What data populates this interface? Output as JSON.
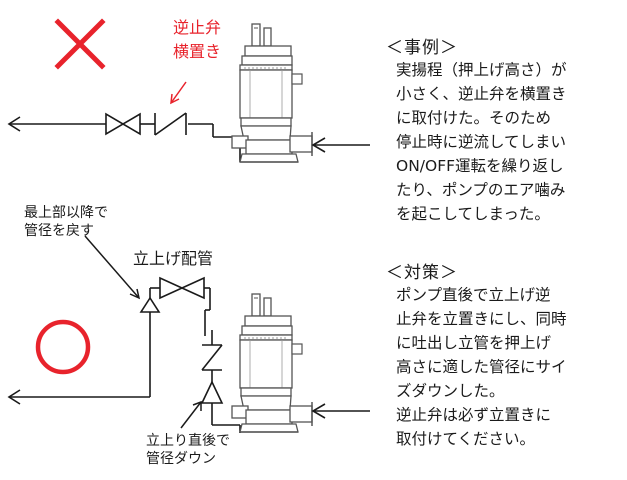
{
  "colors": {
    "accent": "#e8232c",
    "ink": "#1a1a1a",
    "pump_stroke": "#555555"
  },
  "wrong_example": {
    "mark": "cross",
    "valve_label_lines": [
      "逆止弁",
      "横置き"
    ]
  },
  "correct_example": {
    "mark": "circle",
    "callout_top_lines": [
      "最上部以降で",
      "管径を戻す"
    ],
    "riser_label": "立上げ配管",
    "callout_bottom_lines": [
      "立上り直後で",
      "管径ダウン"
    ]
  },
  "case": {
    "heading": "＜事例＞",
    "lines": [
      "実揚程（押上げ高さ）が",
      "小さく、逆止弁を横置き",
      "に取付けた。そのため",
      "停止時に逆流してしまい",
      "ON/OFF運転を繰り返し",
      "たり、ポンプのエア噛み",
      "を起こしてしまった。"
    ]
  },
  "countermeasure": {
    "heading": "＜対策＞",
    "lines": [
      "ポンプ直後で立上げ逆",
      "止弁を立置きにし、同時",
      "に吐出し立管を押上げ",
      "高さに適した管径にサイ",
      "ズダウンした。",
      "逆止弁は必ず立置きに",
      "取付けてください。"
    ]
  }
}
